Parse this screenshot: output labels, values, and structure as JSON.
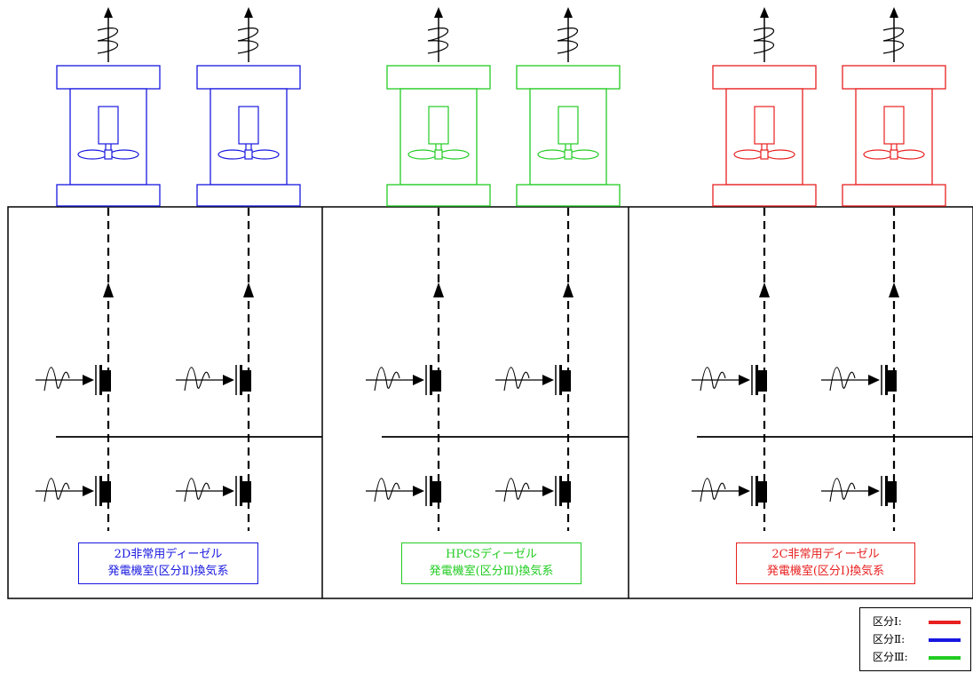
{
  "sections": [
    {
      "id": "div2",
      "color": "#1818e0",
      "label_line1": "2D非常用ディーゼル",
      "label_line2": "発電機室(区分Ⅱ)換気系"
    },
    {
      "id": "hpcs",
      "color": "#22cc22",
      "label_line1": "HPCSディーゼル",
      "label_line2": "発電機室(区分Ⅲ)換気系"
    },
    {
      "id": "div1",
      "color": "#e82020",
      "label_line1": "2C非常用ディーゼル",
      "label_line2": "発電機室(区分Ⅰ)換気系"
    }
  ],
  "legend": {
    "items": [
      {
        "label": "区分Ⅰ:",
        "color": "#e82020"
      },
      {
        "label": "区分Ⅱ:",
        "color": "#1818e0"
      },
      {
        "label": "区分Ⅲ:",
        "color": "#22cc22"
      }
    ]
  },
  "colors": {
    "line": "#000000",
    "background": "#ffffff"
  }
}
